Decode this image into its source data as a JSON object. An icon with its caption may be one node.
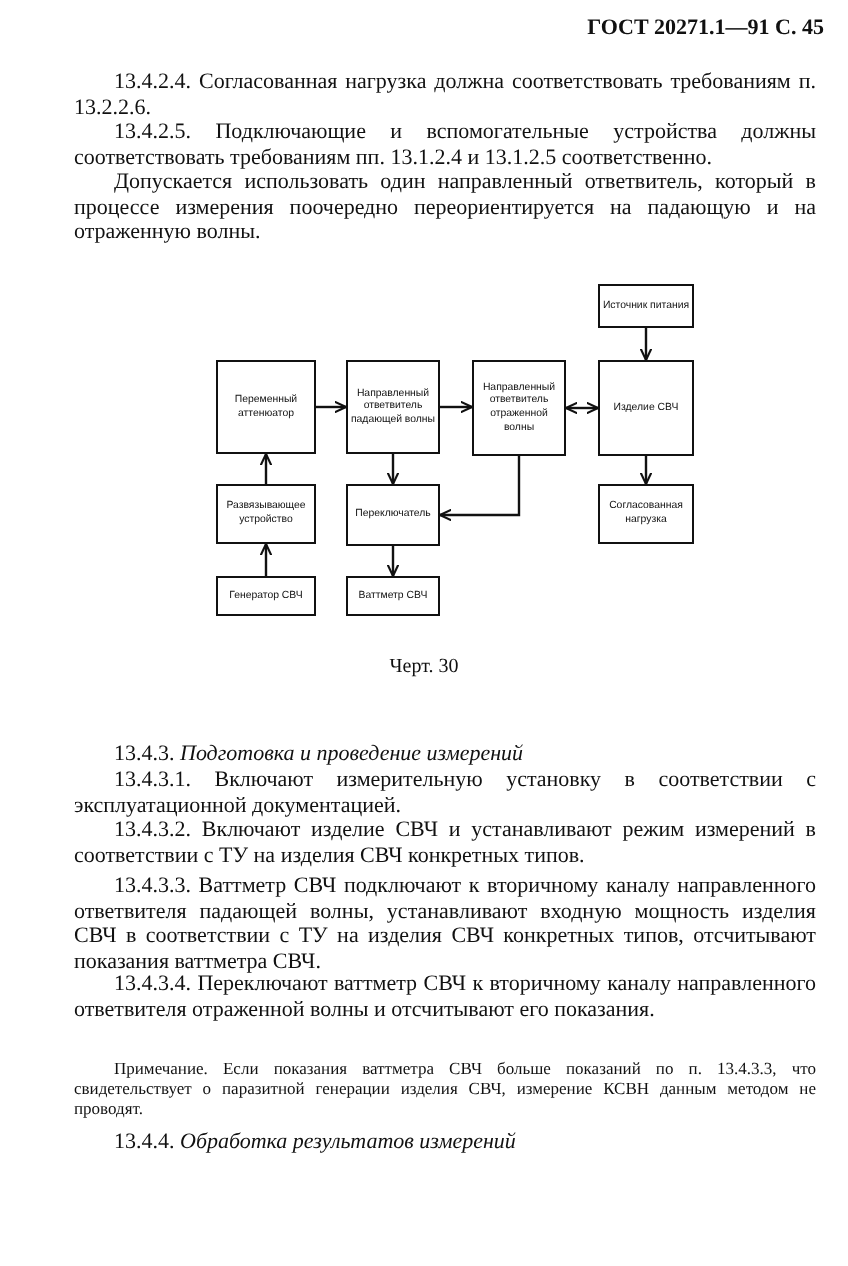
{
  "diagram": {
    "caption": "Черт. 30",
    "nodes": [
      {
        "text": [
          "Источник питания"
        ]
      },
      {
        "text": [
          "Переменный аттенюатор"
        ]
      },
      {
        "text": [
          "Направленный ответвитель падающей волны"
        ]
      },
      {
        "text": [
          "Направленный ответвитель отраженной волны"
        ]
      },
      {
        "text": [
          "Изделие СВЧ"
        ]
      },
      {
        "text": [
          "Развязывающее устройство"
        ]
      },
      {
        "text": [
          "Переключатель"
        ]
      },
      {
        "text": [
          "Согласованная нагрузка"
        ]
      },
      {
        "text": [
          "Генератор СВЧ"
        ]
      },
      {
        "text": [
          "Ваттметр СВЧ"
        ]
      }
    ],
    "edges": [
      {
        "from": 0,
        "to": 4,
        "arrow": "to"
      },
      {
        "from": 1,
        "to": 2,
        "arrow": "to"
      },
      {
        "from": 2,
        "to": 3,
        "arrow": "to"
      },
      {
        "from": 3,
        "to": 4,
        "arrow": "both"
      },
      {
        "from": 2,
        "to": 6,
        "arrow": "to"
      },
      {
        "from": 3,
        "to": 6,
        "arrow": "to"
      },
      {
        "from": 4,
        "to": 7,
        "arrow": "to"
      },
      {
        "from": 5,
        "to": 1,
        "arrow": "to"
      },
      {
        "from": 8,
        "to": 5,
        "arrow": "to"
      },
      {
        "from": 6,
        "to": 9,
        "arrow": "to"
      }
    ],
    "labels": [
      "ГОСТ 20271.1—91 С. 45",
      "13.4.2.4. Согласованная нагрузка должна соответствовать требованиям п. 13.2.2.6.",
      "13.4.2.5. Подключающие и вспомогательные устройства должны соответствовать требованиям пп. 13.1.2.4 и 13.1.2.5 соответственно.",
      "Допускается использовать один направленный ответвитель, который в процессе измерения поочередно переориентируется на падающую и на отраженную волны.",
      "13.4.3. *Подготовка и проведение измерений*",
      "13.4.3.1. Включают измерительную установку в соответствии с эксплуатационной документацией.",
      "13.4.3.2. Включают изделие СВЧ и устанавливают режим измерений в соответствии с ТУ на изделия СВЧ конкретных типов.",
      "13.4.3.3. Ваттметр СВЧ подключают к вторичному каналу направленного ответвителя падающей волны, устанавливают входную мощность изделия СВЧ в соответствии с ТУ на изделия СВЧ конкретных типов, отсчитывают показания ваттметра СВЧ.",
      "13.4.3.4. Переключают ваттметр СВЧ к вторичному каналу направленного ответвителя отраженной волны и отсчитывают его показания.",
      "Примечание. Если показания ваттметра СВЧ больше показаний по п. 13.4.3.3, что свидетельствует о паразитной генерации изделия СВЧ, измерение КСВН данным методом не проводят.",
      "13.4.4. *Обработка результатов измерений*"
    ]
  }
}
